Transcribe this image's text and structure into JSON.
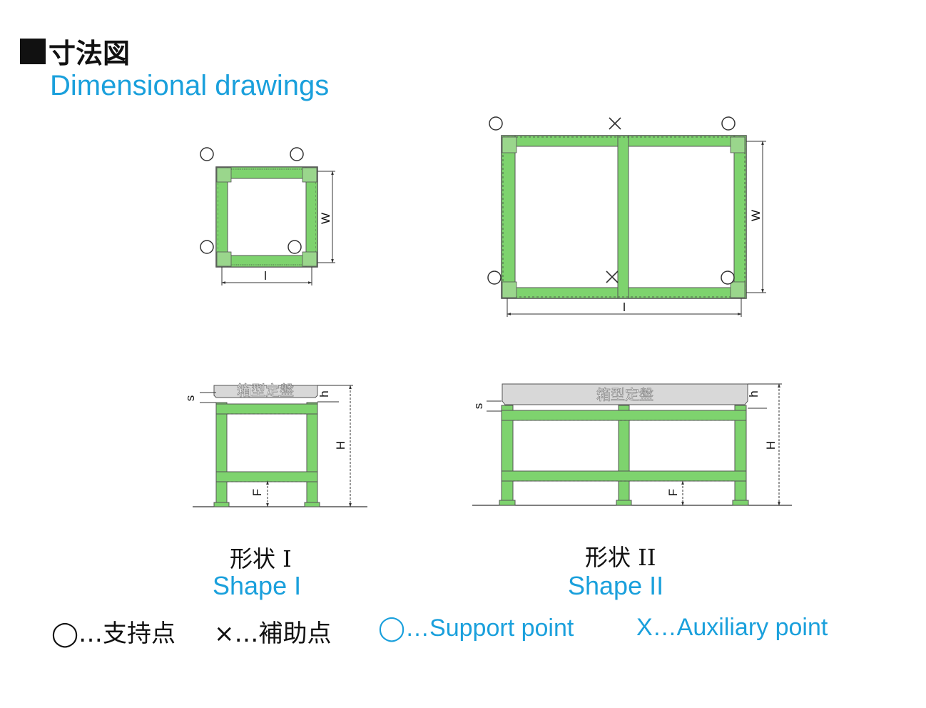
{
  "header": {
    "title_jp": "寸法図",
    "title_en": "Dimensional drawings"
  },
  "shape1": {
    "caption_jp": "形状 I",
    "caption_en": "Shape I",
    "plan_labels": {
      "width": "W",
      "length": "l"
    },
    "side_labels": {
      "s": "s",
      "h": "h",
      "H": "H",
      "F": "F"
    },
    "plate_label": "箱型定盤"
  },
  "shape2": {
    "caption_jp": "形状 II",
    "caption_en": "Shape II",
    "plan_labels": {
      "width": "W",
      "length": "l"
    },
    "side_labels": {
      "s": "s",
      "h": "h",
      "H": "H",
      "F": "F"
    },
    "plate_label": "箱型定盤"
  },
  "legend": {
    "jp_support": "◯…支持点",
    "jp_auxiliary": "×…補助点",
    "en_support": "◯…Support point",
    "en_auxiliary": "X…Auxiliary point"
  },
  "colors": {
    "frame_green": "#7ed36e",
    "title_blue": "#1aa0dc",
    "plate_gray": "#d8d8d8"
  }
}
